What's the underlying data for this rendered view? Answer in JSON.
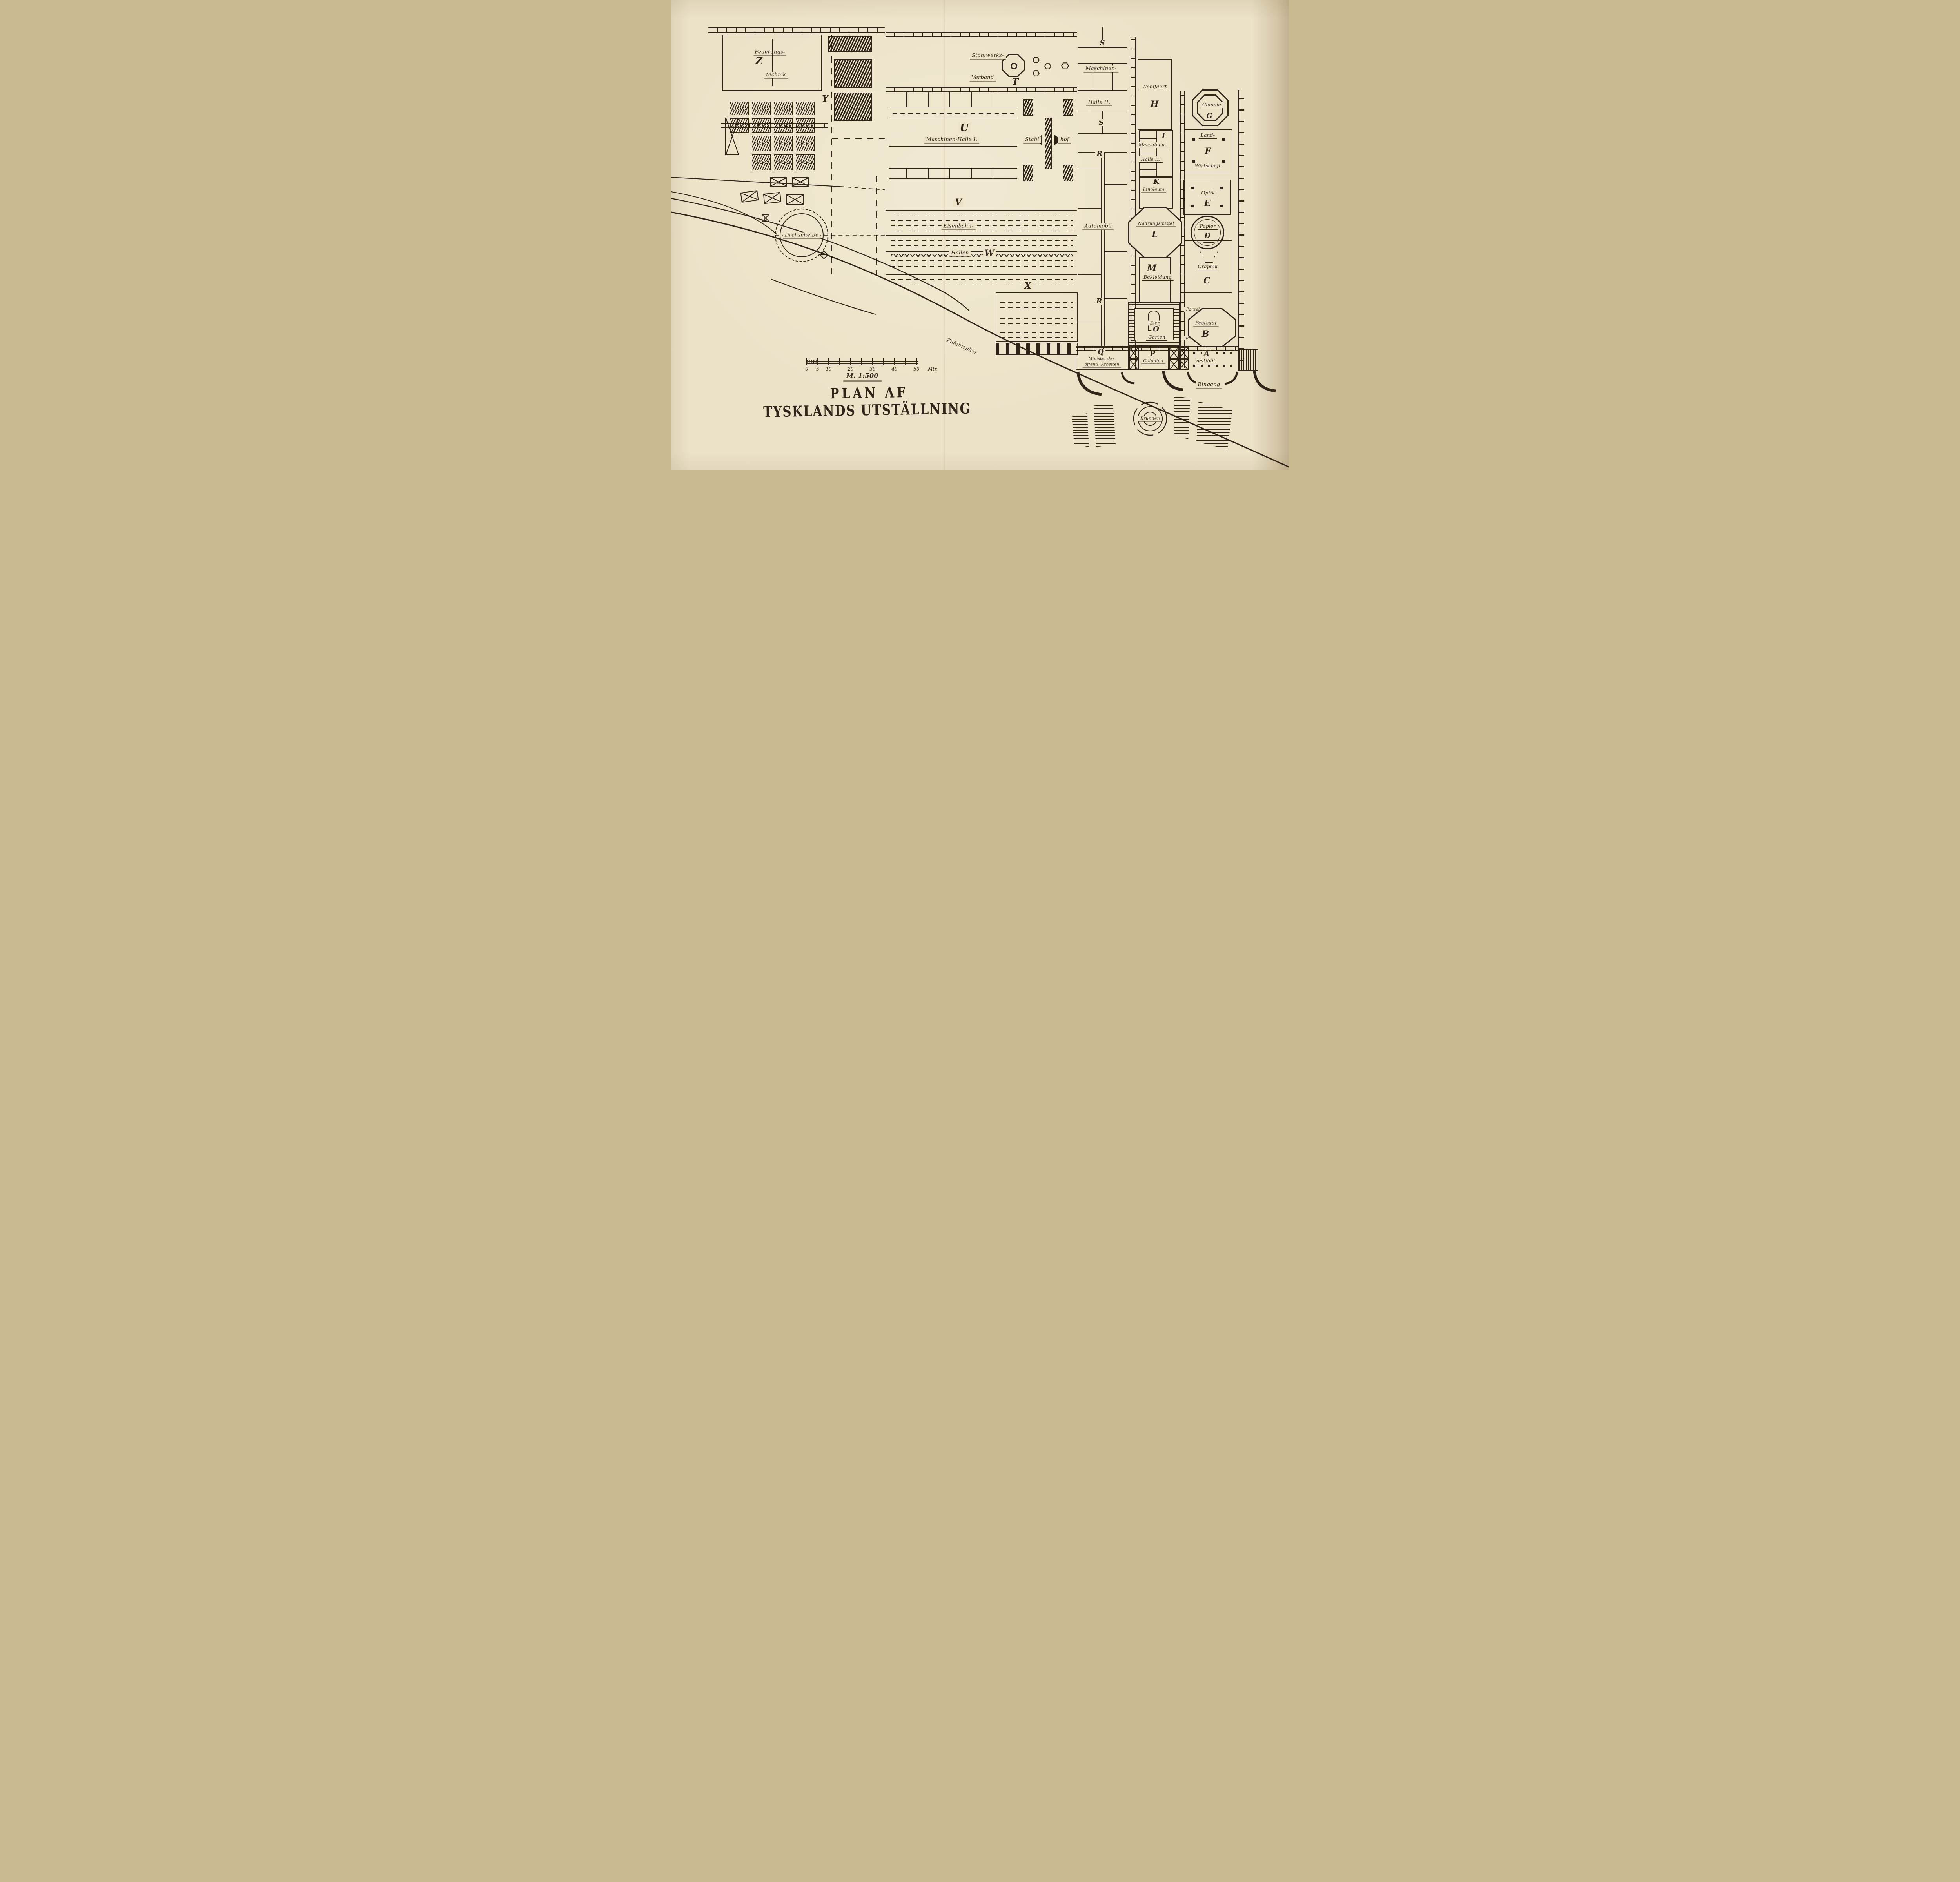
{
  "page": {
    "title_line1": "PLAN AF",
    "title_line2": "TYSKLANDS UTSTÄLLNING"
  },
  "scale_bar": {
    "caption": "M. 1:500",
    "ticks": [
      "0",
      "5",
      "10",
      "20",
      "30",
      "40",
      "50"
    ],
    "unit": "Mtr."
  },
  "labels": {
    "feuerungs": "Feuerungs-",
    "technik": "technik",
    "z": "Z",
    "y": "Y",
    "stahlwerks": "Stahlwerks-",
    "verband": "Verband",
    "t": "T",
    "u": "U",
    "maschinen_halle_1": "Maschinen-Halle I.",
    "stahl": "Stahl",
    "hof": "hof",
    "s_top": "S",
    "maschinen_2": "Maschinen-",
    "halle_2": "Halle II.",
    "s_mid": "S",
    "r_top": "R",
    "automobil": "Automobil",
    "r_bottom": "R",
    "v": "V",
    "eisenbahn": "Eisenbahn-",
    "hallen": "Hallen",
    "w": "W",
    "x": "X",
    "wohlfahrt": "Wohlfahrt",
    "h": "H",
    "chemie": "Chemie",
    "g": "G",
    "i": "I",
    "maschinen_3": "Maschinen-",
    "halle_3": "Halle III",
    "land": "Land-",
    "f": "F",
    "wirtschaft": "Wirtschaft",
    "k": "K",
    "linoleum": "Linoleum",
    "optik": "Optik",
    "e": "E",
    "nahrungsmittel": "Nahrungsmittel",
    "l": "L",
    "papier": "Papier",
    "d": "D",
    "m": "M",
    "bekleidung": "Bekleidung",
    "graphik": "Graphik",
    "c": "C",
    "zier": "Zier",
    "o": "O",
    "garten": "Garten",
    "porzel": "Porzel-",
    "lan": "lan",
    "festsaal": "Festsaal",
    "b": "B",
    "q": "Q",
    "minister_der": "Minister der",
    "oeffentl_arbeiten": "öffentl. Arbeiten",
    "p": "P",
    "colonien": "Colonien",
    "a": "A",
    "vestibuel": "Vestibül",
    "eingang": "Eingang",
    "brunnen": "Brunnen",
    "drehscheibe": "Drehscheibe",
    "zufahrtgleis": "Zufahrtgleis"
  }
}
